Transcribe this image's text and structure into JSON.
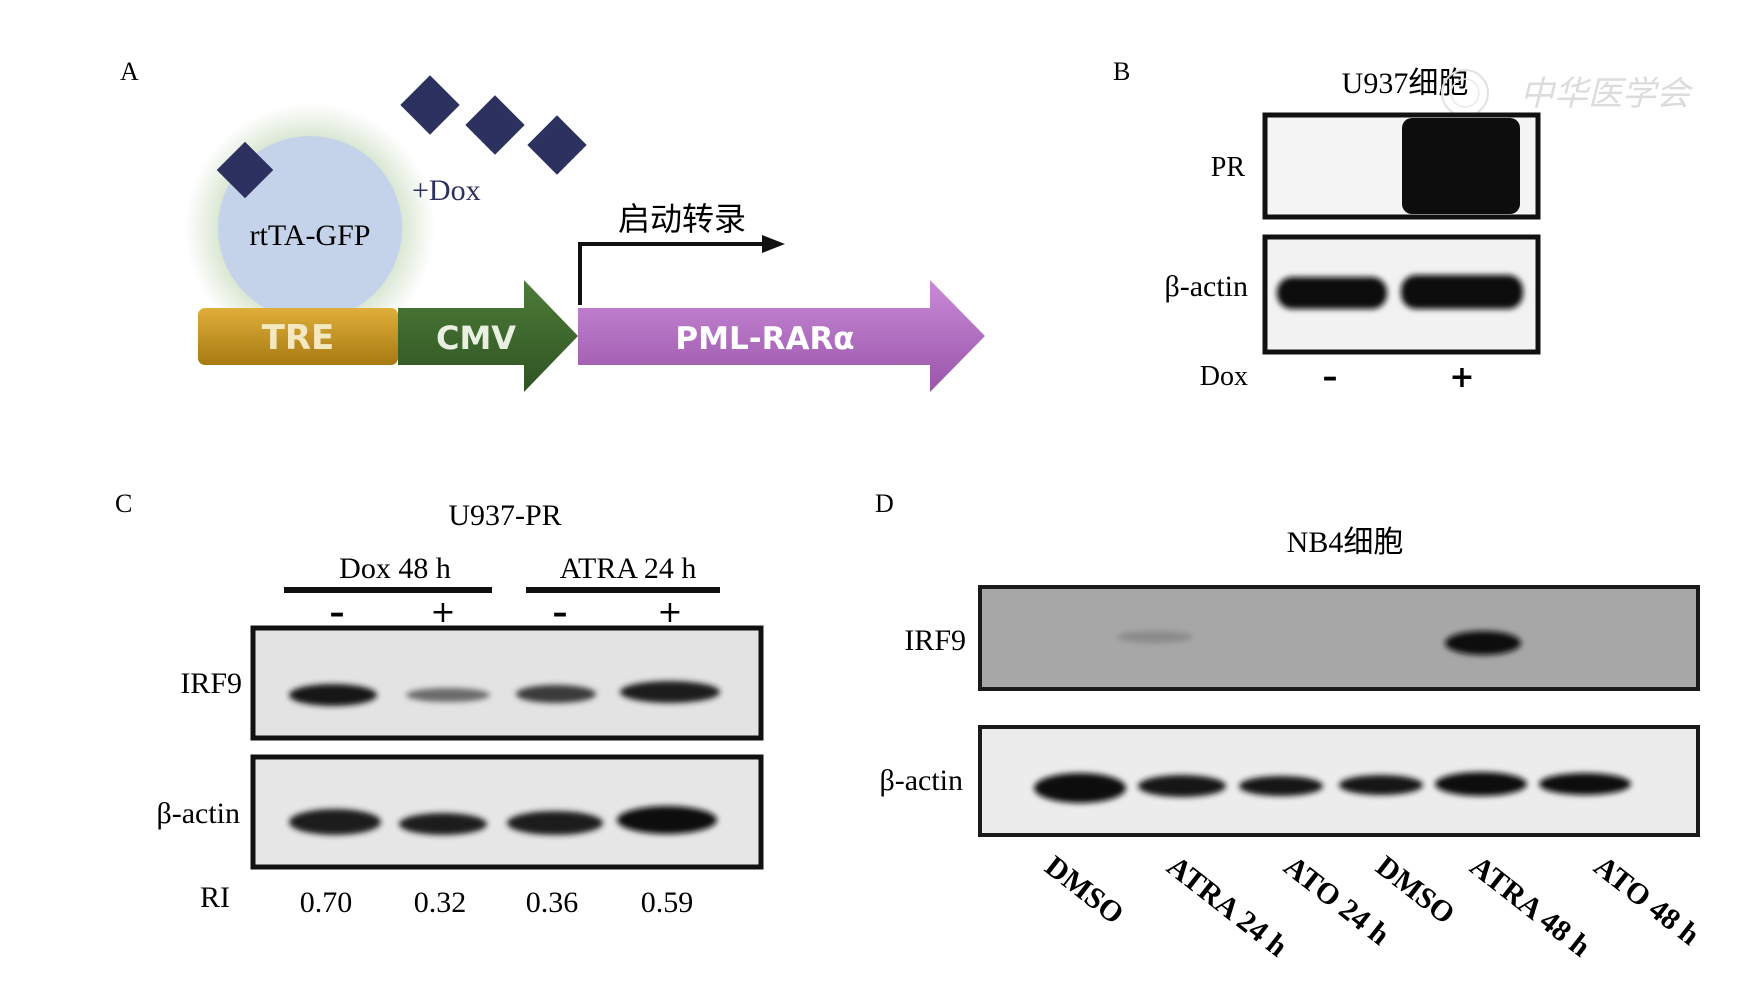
{
  "panels": {
    "a": {
      "letter": "A",
      "protein_label": "rtTA-GFP",
      "drug_label": "+Dox",
      "transcription_label": "启动转录",
      "segments": {
        "tre": "TRE",
        "cmv": "CMV",
        "gene": "PML-RARα"
      },
      "colors": {
        "tre": "#c8971f",
        "cmv": "#3f6a2e",
        "gene": "#b56fc6",
        "dox": "#2c3160",
        "rtta": "#c5d3ea",
        "glow": "#8fb57a"
      }
    },
    "b": {
      "letter": "B",
      "title": "U937细胞",
      "row_labels": [
        "PR",
        "β-actin"
      ],
      "lane_label": "Dox",
      "lanes": [
        "–",
        "+"
      ],
      "watermark": "中华医学会"
    },
    "c": {
      "letter": "C",
      "title": "U937-PR",
      "groups": [
        "Dox 48 h",
        "ATRA 24 h"
      ],
      "lanes": [
        "–",
        "+",
        "–",
        "+"
      ],
      "row_labels": [
        "IRF9",
        "β-actin"
      ],
      "ri_label": "RI",
      "ri_values": [
        "0.70",
        "0.32",
        "0.36",
        "0.59"
      ]
    },
    "d": {
      "letter": "D",
      "title": "NB4细胞",
      "row_labels": [
        "IRF9",
        "β-actin"
      ],
      "lanes": [
        "DMSO",
        "ATRA 24 h",
        "ATO 24 h",
        "DMSO",
        "ATRA 48 h",
        "ATO 48 h"
      ]
    }
  }
}
